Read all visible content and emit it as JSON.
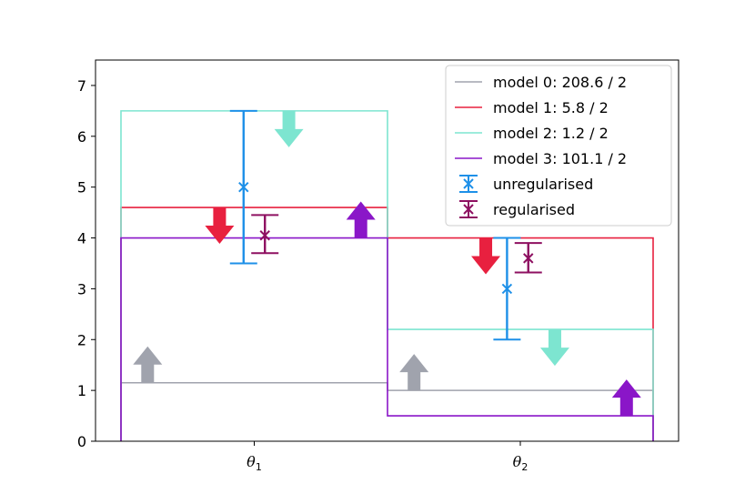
{
  "chart_data": {
    "type": "step-bin",
    "categories": [
      "θ1",
      "θ2"
    ],
    "category_labels": [
      {
        "main": "θ",
        "sub": "1"
      },
      {
        "main": "θ",
        "sub": "2"
      }
    ],
    "ylim": [
      0,
      7.5
    ],
    "yticks": [
      0,
      1,
      2,
      3,
      4,
      5,
      6,
      7
    ],
    "grid": false,
    "legend_position": "top-right",
    "models": [
      {
        "name": "model 0: 208.6 / 2",
        "color": "#a0a3ad",
        "values": [
          1.15,
          1.0
        ],
        "arrows": [
          "up",
          "up"
        ],
        "arrow_from": [
          1.15,
          1.0
        ]
      },
      {
        "name": "model 1: 5.8 / 2",
        "color": "#e8203f",
        "values": [
          4.6,
          4.0
        ],
        "arrows": [
          "down",
          "down"
        ],
        "arrow_from": [
          4.6,
          4.0
        ]
      },
      {
        "name": "model 2: 1.2 / 2",
        "color": "#7de5d0",
        "values": [
          6.5,
          2.2
        ],
        "arrows": [
          "down",
          "down"
        ],
        "arrow_from": [
          6.5,
          2.2
        ]
      },
      {
        "name": "model 3: 101.1 / 2",
        "color": "#8a16c8",
        "values": [
          4.0,
          0.5
        ],
        "arrows": [
          "up",
          "up"
        ],
        "arrow_from": [
          4.0,
          0.5
        ]
      }
    ],
    "error_series": [
      {
        "name": "unregularised",
        "color": "#1e90e8",
        "values": [
          5.0,
          3.0
        ],
        "lower": [
          3.5,
          2.0
        ],
        "upper": [
          6.5,
          4.0
        ]
      },
      {
        "name": "regularised",
        "color": "#8e1061",
        "values": [
          4.05,
          3.6
        ],
        "lower": [
          3.7,
          3.32
        ],
        "upper": [
          4.45,
          3.9
        ]
      }
    ]
  }
}
